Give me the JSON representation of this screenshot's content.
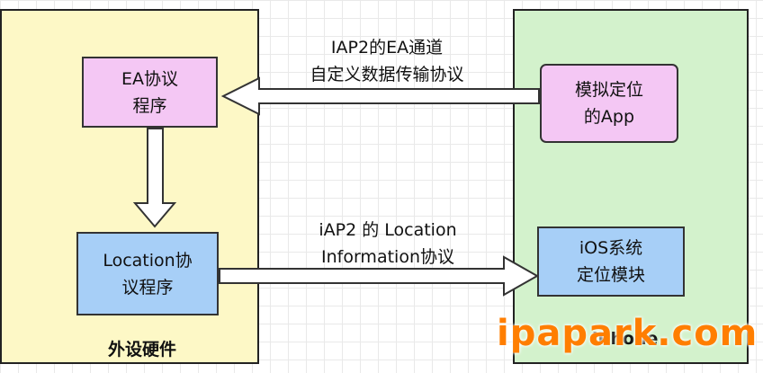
{
  "left_panel": {
    "label": "外设硬件"
  },
  "right_panel": {
    "label": "iPhone"
  },
  "ea_box": {
    "line1": "EA协议",
    "line2": "程序"
  },
  "location_box": {
    "line1": "Location协",
    "line2": "议程序"
  },
  "app_box": {
    "line1": "模拟定位",
    "line2": "的App"
  },
  "ios_box": {
    "line1": "iOS系统",
    "line2": "定位模块"
  },
  "edge_top": {
    "line1": "IAP2的EA通道",
    "line2": "自定义数据传输协议"
  },
  "edge_bottom": {
    "line1": "iAP2 的 Location",
    "line2": "Information协议"
  },
  "watermark": {
    "text": "ipapark.com"
  },
  "colors": {
    "left_panel_fill": "#fdf8c6",
    "right_panel_fill": "#d3f2cc",
    "pink_box_fill": "#f4c7f4",
    "blue_box_fill": "#a7cff7",
    "watermark": "#ff7e00"
  }
}
